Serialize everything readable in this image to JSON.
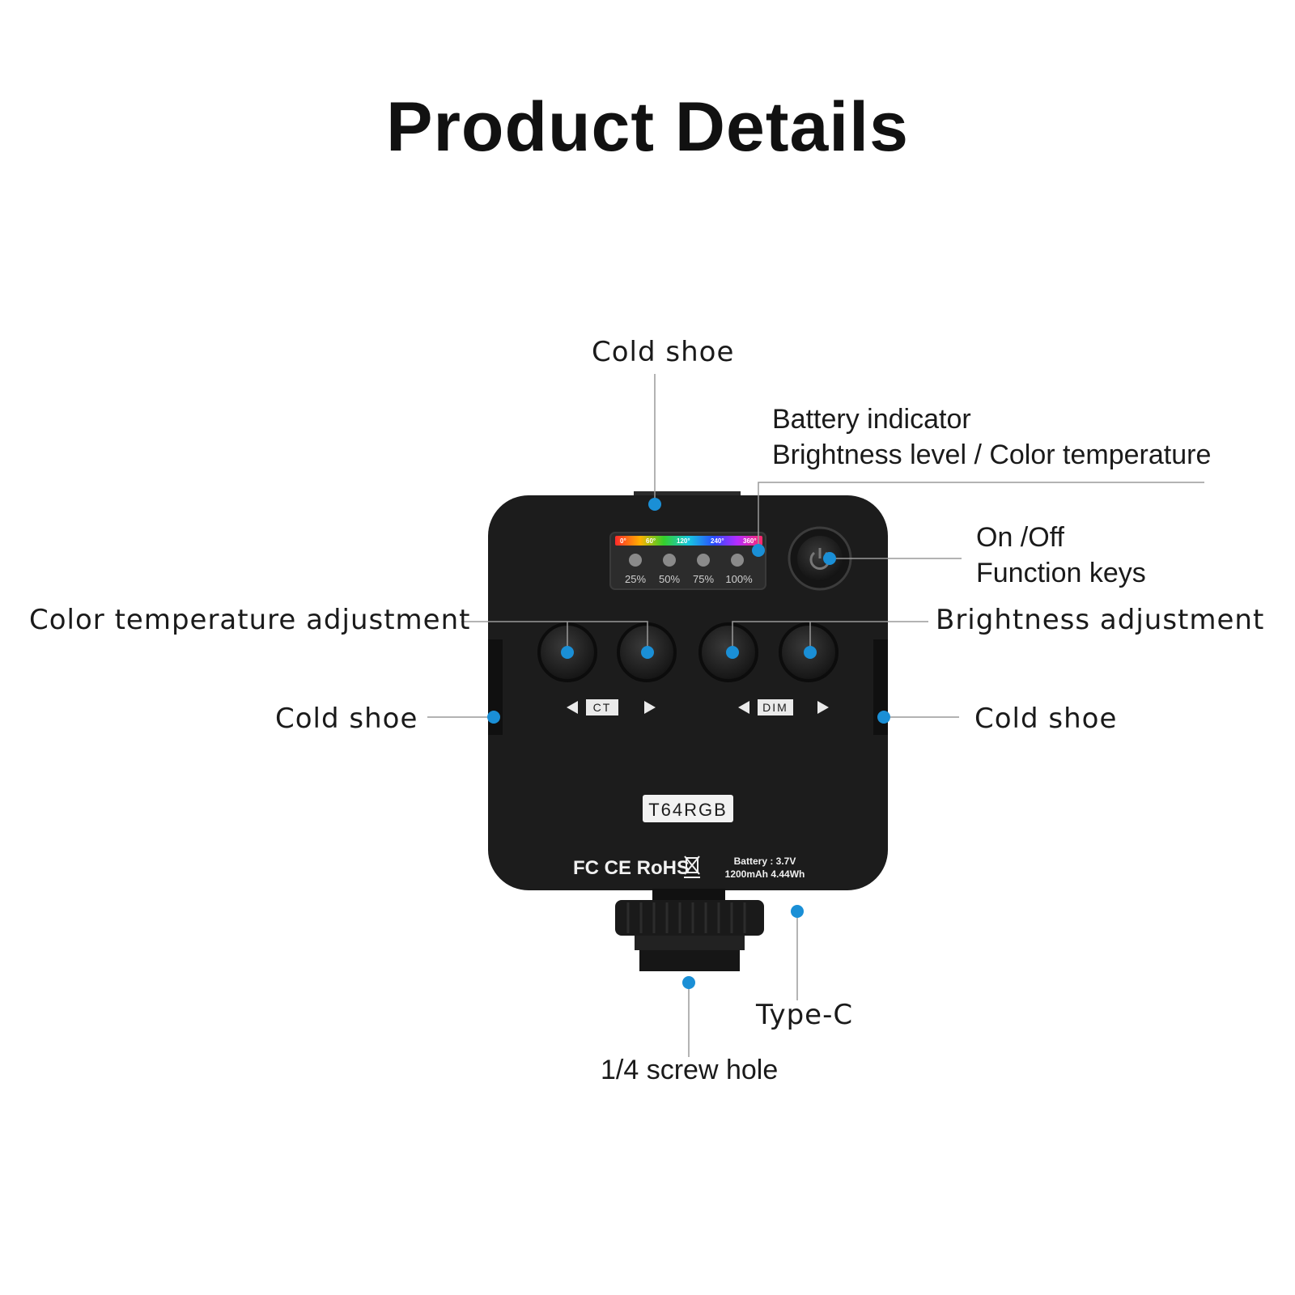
{
  "title": "Product Details",
  "callouts": {
    "cold_shoe_top": "Cold shoe",
    "battery_indicator": "Battery indicator",
    "brightness_color_temp": "Brightness level / Color temperature",
    "on_off": "On /Off",
    "function_keys": "Function keys",
    "color_temp_adjustment": "Color temperature adjustment",
    "brightness_adjustment": "Brightness adjustment",
    "cold_shoe_left": "Cold shoe",
    "cold_shoe_right": "Cold shoe",
    "type_c": "Type-C",
    "screw_hole": "1/4 screw hole"
  },
  "device": {
    "model": "T64RGB",
    "hue_scale": [
      "0°",
      "60°",
      "120°",
      "240°",
      "360°"
    ],
    "levels": [
      "25%",
      "50%",
      "75%",
      "100%"
    ],
    "ct_label": "CT",
    "dim_label": "DIM",
    "certs": "FC CE RoHS",
    "battery_line1": "Battery : 3.7V",
    "battery_line2": "1200mAh  4.44Wh"
  },
  "colors": {
    "callout_dot": "#1a8fd6",
    "device_body": "#1c1c1c",
    "leader_line": "#9a9a9a"
  }
}
